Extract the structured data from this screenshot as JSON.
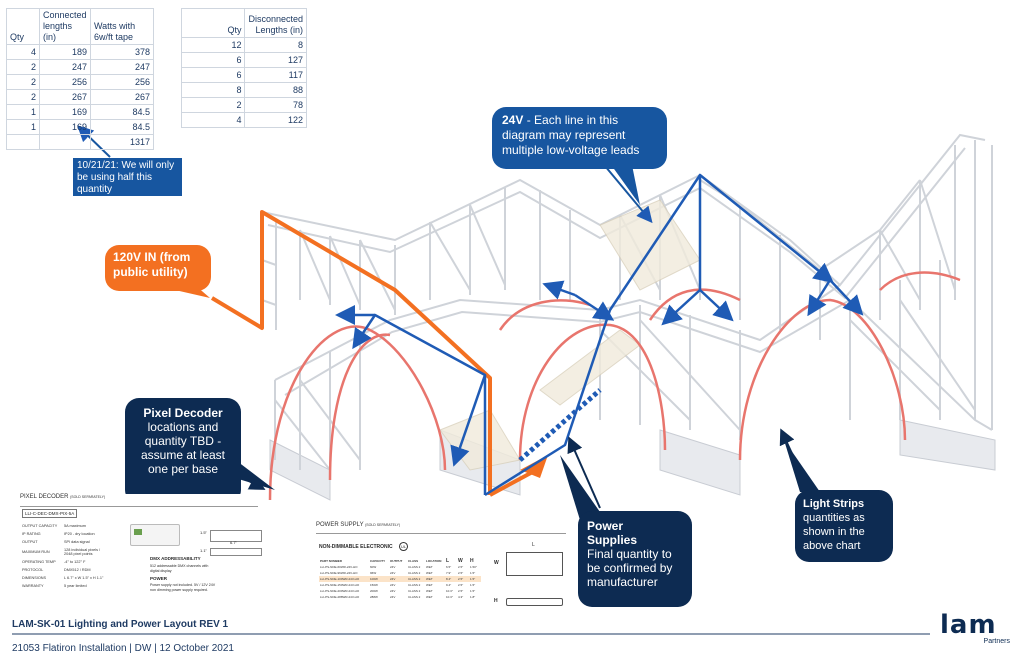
{
  "table_left": {
    "headers": [
      "Qty",
      "Connected lengths (in)",
      "Watts with 6w/ft tape"
    ],
    "header_lines": [
      [
        "Qty"
      ],
      [
        "Connected",
        "lengths (in)"
      ],
      [
        "Watts with",
        "6w/ft tape"
      ]
    ],
    "rows": [
      [
        "4",
        "189",
        "378"
      ],
      [
        "2",
        "247",
        "247"
      ],
      [
        "2",
        "256",
        "256"
      ],
      [
        "2",
        "267",
        "267"
      ],
      [
        "1",
        "169",
        "84.5"
      ],
      [
        "1",
        "169",
        "84.5"
      ],
      [
        "",
        "",
        "1317"
      ]
    ]
  },
  "table_right": {
    "header_lines": [
      [
        "Qty"
      ],
      [
        "Disconnected",
        "Lengths (in)"
      ]
    ],
    "rows": [
      [
        "12",
        "8"
      ],
      [
        "6",
        "127"
      ],
      [
        "6",
        "117"
      ],
      [
        "8",
        "88"
      ],
      [
        "2",
        "78"
      ],
      [
        "4",
        "122"
      ]
    ]
  },
  "callouts": {
    "note_date": "10/21/21: We will only be using half this quantity",
    "v24_bold": "24V",
    "v24_text": " - Each line in this diagram may represent multiple low-voltage leads",
    "v120": "120V IN (from public utility)",
    "pixel_decoder_title": "Pixel Decoder",
    "pixel_decoder_text": "locations and quantity TBD - assume at least one per base",
    "power_supplies_title": "Power Supplies",
    "power_supplies_text": "Final quantity to be confirmed by manufacturer",
    "light_strips_title": "Light Strips",
    "light_strips_text": "quantities as shown in the above chart"
  },
  "pixel_decoder_spec": {
    "title": "PIXEL DECODER",
    "title_small": "(SOLD SEPARATELY)",
    "part": "LLI-C-DEC-DMX-PIX-5A",
    "rows": [
      [
        "OUTPUT CAPACITY",
        "5A maximum"
      ],
      [
        "IP RATING",
        "IP20 - dry location"
      ],
      [
        "OUTPUT",
        "SPI data signal"
      ],
      [
        "MAXIMUM RUN",
        "128 individual pixels / 2048 pixel points"
      ],
      [
        "OPERATING TEMP",
        "-4° to 122° F"
      ],
      [
        "PROTOCOL",
        "DMX512 / RDM"
      ],
      [
        "DIMENSIONS",
        "L 6.7\" x W 1.5\" x H 1.1\""
      ],
      [
        "WARRANTY",
        "5 year limited"
      ]
    ],
    "dmx_title": "DMX ADDRESSABILITY",
    "dmx_text": "512 addressable DMX channels with digital display",
    "power_title": "POWER",
    "power_text": "Power supply not included. 5V / 12V 24V non dimming power supply required.",
    "dim_w": "6.7\"",
    "dim_h1": "1.5\"",
    "dim_h2": "1.1\""
  },
  "power_supply_spec": {
    "title": "POWER SUPPLY",
    "title_small": "(SOLD SEPARATELY)",
    "subtitle": "NON-DIMMABLE ELECTRONIC",
    "ul": "UL",
    "columns": [
      "PART NUMBER",
      "CAPACITY",
      "OUTPUT",
      "CLASS",
      "LOCATION",
      "L",
      "W",
      "H"
    ],
    "rows": [
      [
        "LLI-PS-NDE-60WR-24V-HO",
        "60W",
        "24V",
        "CLASS 2",
        "WET",
        "6.5\"",
        "2.5\"",
        "1.50\""
      ],
      [
        "LLI-PS-NDE-96WR-24V-HO",
        "96W",
        "24V",
        "CLASS 2",
        "WET",
        "7.9\"",
        "2.5\"",
        "1.5\""
      ],
      [
        "LLI-PS-NDE-100WR-24V-HO",
        "100W",
        "24V",
        "CLASS 2",
        "WET",
        "8.4\"",
        "2.5\"",
        "1.5\""
      ],
      [
        "LLI-PS-NDE-150WR-24V-HO",
        "150W",
        "24V",
        "CLASS 2",
        "WET",
        "9.4\"",
        "2.5\"",
        "1.5\""
      ],
      [
        "LLI-PS-NDE-200WR-24V-HO",
        "200W",
        "24V",
        "CLASS 2",
        "WET",
        "10.3\"",
        "2.5\"",
        "1.5\""
      ],
      [
        "LLI-PS-NDE-288WR-24V-HO",
        "288W",
        "24V",
        "CLASS 2",
        "WET",
        "10.3\"",
        "4.3\"",
        "1.8\""
      ]
    ],
    "dim_l": "L",
    "dim_w": "W",
    "dim_h": "H"
  },
  "footer": {
    "title": "LAM-SK-01 Lighting and Power Layout REV 1",
    "subtitle": "21053 Flatiron Installation  | DW  | 12 October  2021",
    "logo_main": "Lam",
    "logo_sub": "Partners"
  },
  "colors": {
    "navy": "#0d2b52",
    "blue": "#1756a0",
    "orange": "#f37021",
    "wire_blue": "#1f5bb5",
    "light_red": "#e8756d",
    "truss_gray": "#d3d6db"
  }
}
